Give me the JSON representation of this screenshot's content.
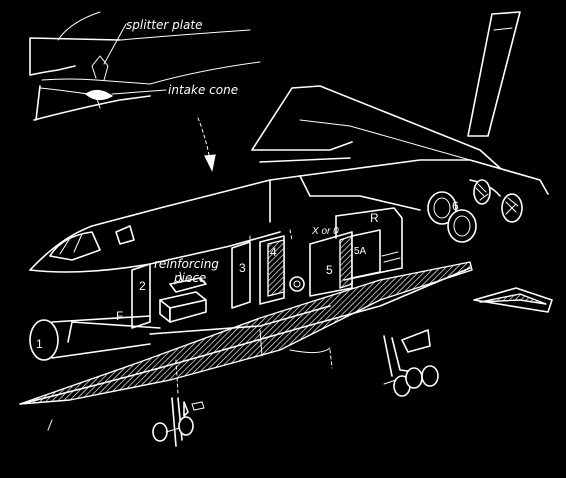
{
  "diagram": {
    "callouts": {
      "splitter_plate": "splitter plate",
      "intake_cone": "intake cone",
      "reinforcing": "reinforcing",
      "piece": "piece"
    },
    "section_labels": {
      "s1": "1",
      "s2": "2",
      "s3": "3",
      "s4": "4",
      "s5": "5",
      "s5a": "5A",
      "s6": "6",
      "sF": "F",
      "sR": "R",
      "sX": "X or 0"
    }
  }
}
